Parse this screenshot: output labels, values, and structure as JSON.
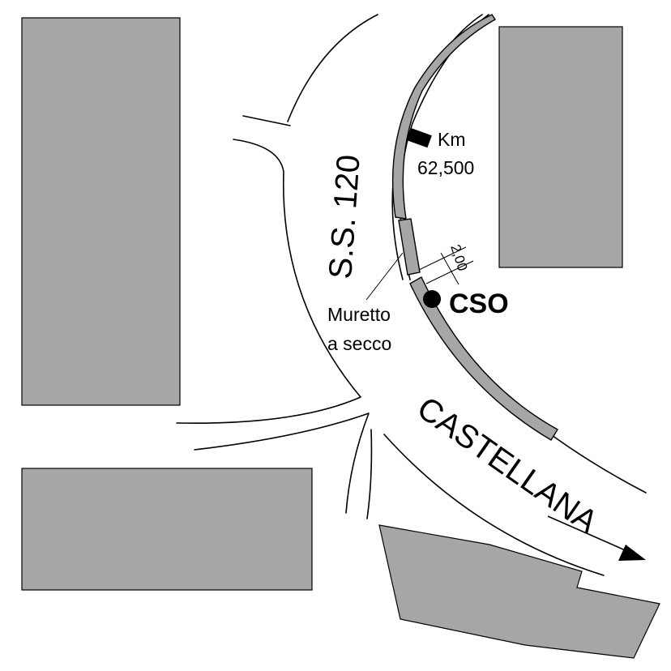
{
  "labels": {
    "road_main": "S.S. 120",
    "road_secondary": "CASTELLANA",
    "km_line1": "Km",
    "km_line2": "62,500",
    "station": "CSO",
    "wall_line1": "Muretto",
    "wall_line2": "a secco",
    "distance": "2,00"
  },
  "icons": {
    "station_marker": "filled-circle-icon",
    "km_marker": "rectangle-marker-icon",
    "direction": "arrow-right-icon"
  },
  "colors": {
    "building_fill": "#a6a6a6",
    "line": "#000000",
    "background": "#ffffff"
  }
}
